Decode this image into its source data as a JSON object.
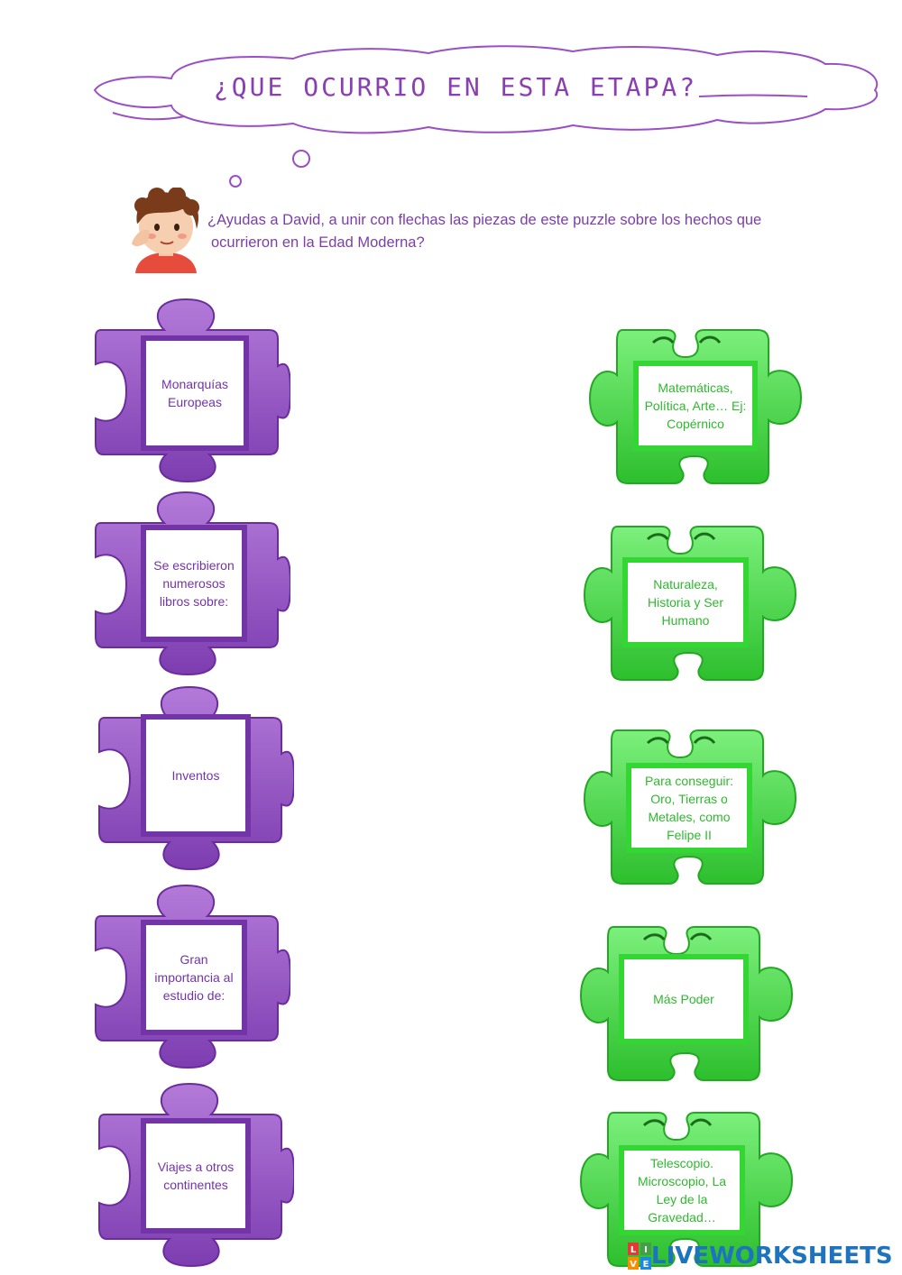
{
  "title": "¿QUE OCURRIO EN ESTA ETAPA?",
  "instructions": {
    "line1": "¿Ayudas a David, a unir con flechas las piezas de este puzzle sobre los hechos que",
    "line2": "ocurrieron en la Edad Moderna?"
  },
  "left_pieces": [
    {
      "text": "Monarquías Europeas"
    },
    {
      "text": "Se escribieron numerosos libros sobre:"
    },
    {
      "text": "Inventos"
    },
    {
      "text": "Gran importancia al estudio de:"
    },
    {
      "text": "Viajes a otros continentes"
    }
  ],
  "right_pieces": [
    {
      "text": "Matemáticas, Política, Arte… Ej: Copérnico"
    },
    {
      "text": "Naturaleza, Historia y Ser Humano"
    },
    {
      "text": "Para conseguir: Oro, Tierras o Metales, como Felipe II"
    },
    {
      "text": "Más Poder"
    },
    {
      "text": "Telescopio. Microscopio, La Ley de la Gravedad…"
    }
  ],
  "logo": {
    "text": "LIVEWORKSHEETS",
    "badge_letters": [
      "L",
      "I",
      "V",
      "E"
    ]
  },
  "colors": {
    "purple": "#8a3fb0",
    "purple_piece": "#9b55c8",
    "green_piece": "#44d644",
    "logo": "#1e73be"
  }
}
